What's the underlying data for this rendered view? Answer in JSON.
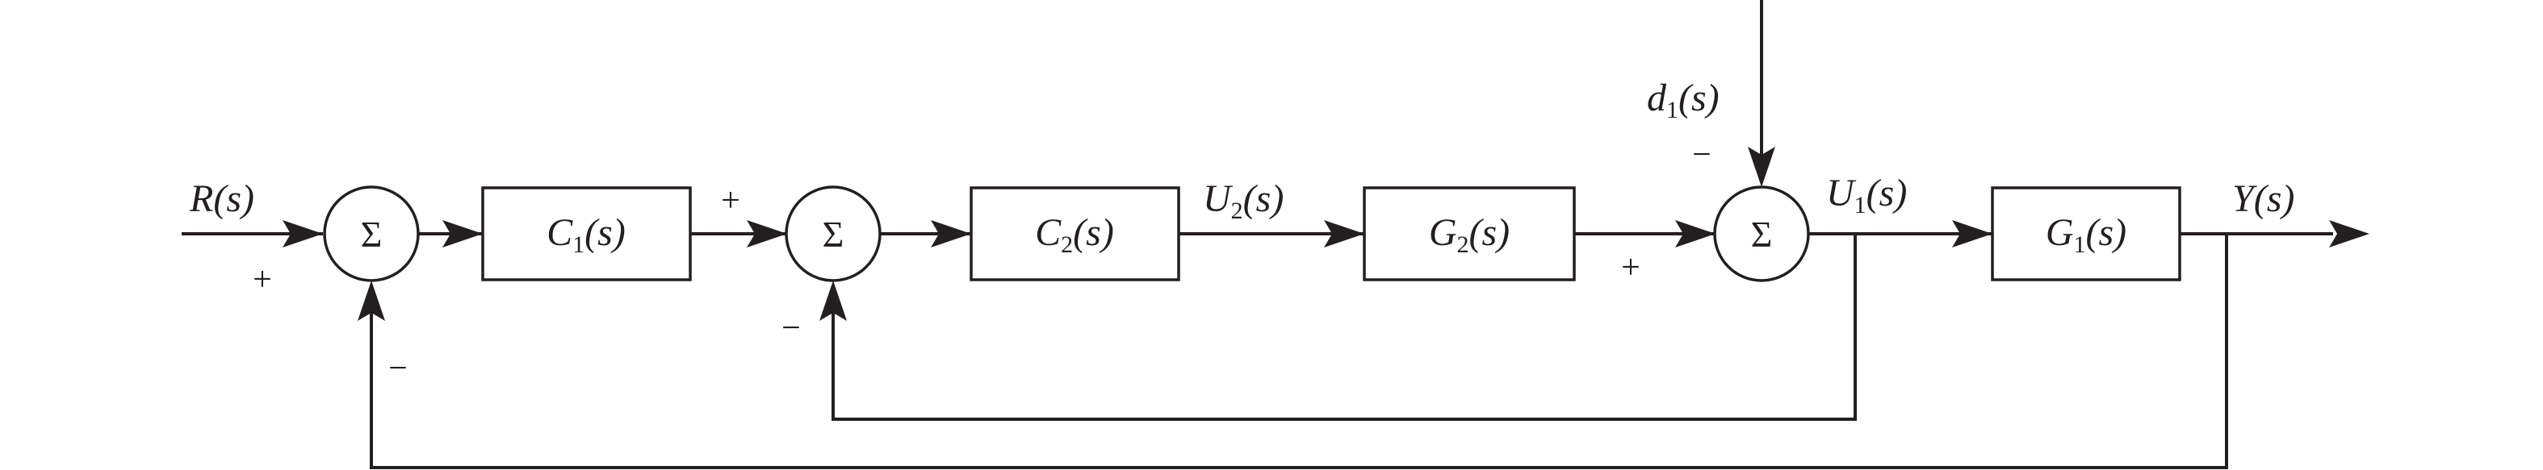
{
  "diagram": {
    "blocks": {
      "c1": {
        "name": "C",
        "sub": "1",
        "arg": "(s)"
      },
      "c2": {
        "name": "C",
        "sub": "2",
        "arg": "(s)"
      },
      "g2": {
        "name": "G",
        "sub": "2",
        "arg": "(s)"
      },
      "g1": {
        "name": "G",
        "sub": "1",
        "arg": "(s)"
      }
    },
    "summing_symbol": "Σ",
    "signals": {
      "r": {
        "name": "R",
        "sub": "",
        "arg": "(s)"
      },
      "u2": {
        "name": "U",
        "sub": "2",
        "arg": "(s)"
      },
      "d1": {
        "name": "d",
        "sub": "1",
        "arg": "(s)"
      },
      "u1": {
        "name": "U",
        "sub": "1",
        "arg": "(s)"
      },
      "y": {
        "name": "Y",
        "sub": "",
        "arg": "(s)"
      }
    },
    "signs": {
      "sum1_input": "+",
      "sum1_feedback": "−",
      "sum2_input": "+",
      "sum2_feedback": "−",
      "sum3_disturbance": "−",
      "sum3_input": "+"
    }
  }
}
